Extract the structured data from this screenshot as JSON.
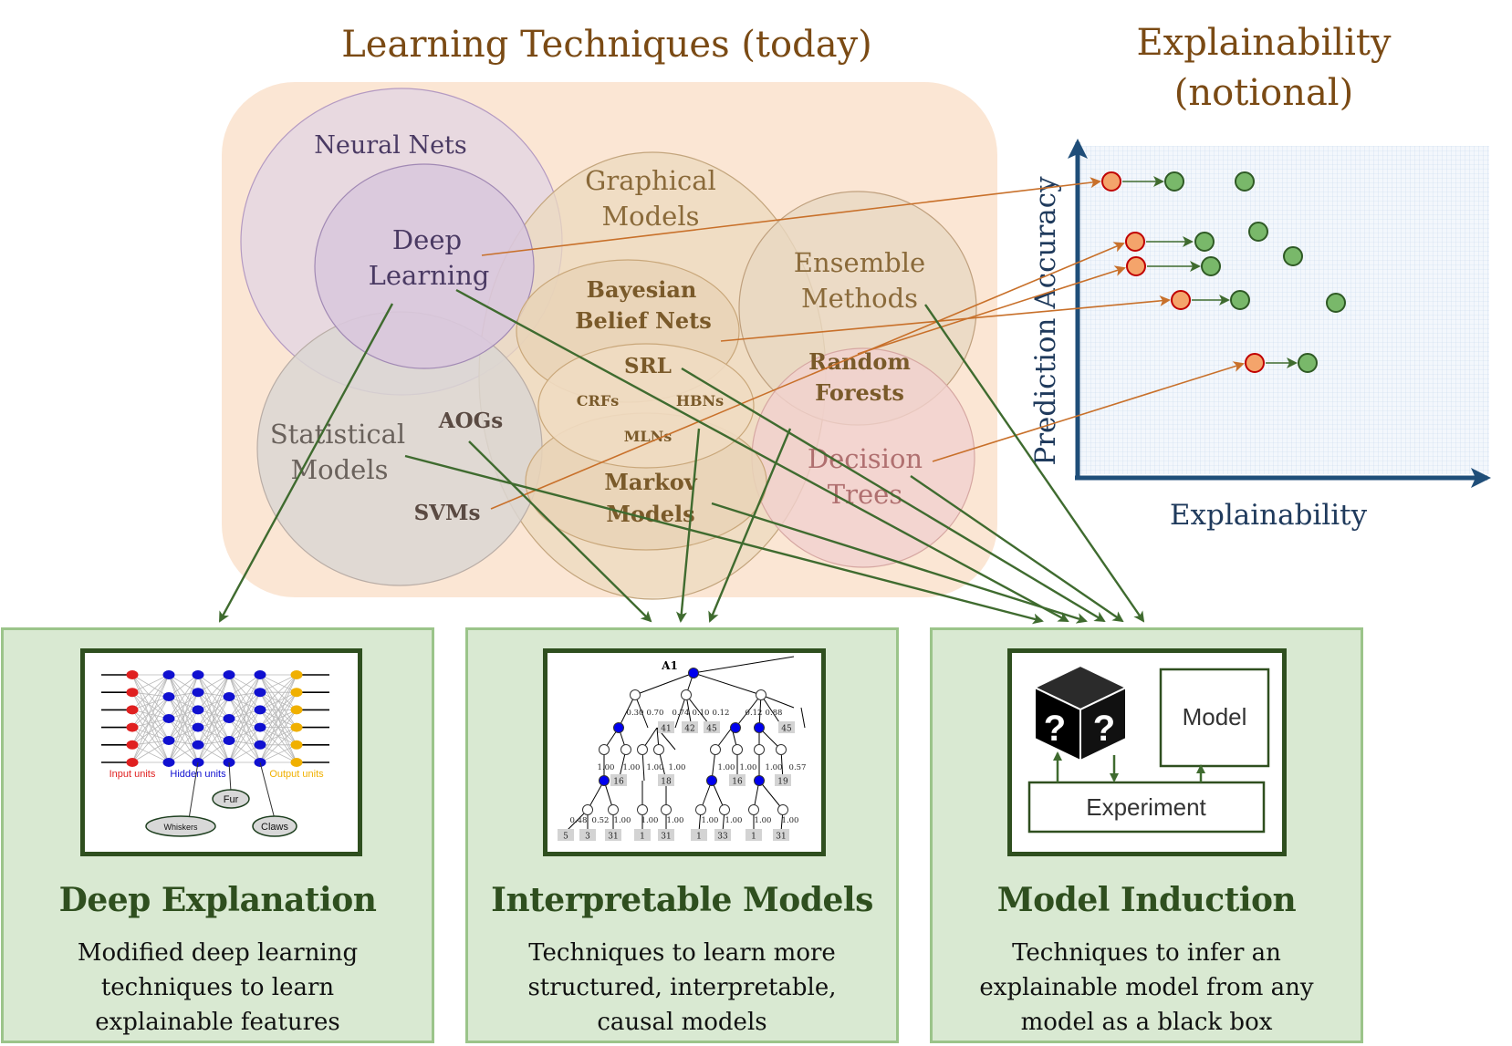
{
  "header": {
    "title": "Learning Techniques (today)",
    "chart_title_line1": "Explainability",
    "chart_title_line2": "(notional)"
  },
  "techniques": {
    "neural_nets": "Neural Nets",
    "deep_learning_1": "Deep",
    "deep_learning_2": "Learning",
    "graphical_models_1": "Graphical",
    "graphical_models_2": "Models",
    "ensemble_1": "Ensemble",
    "ensemble_2": "Methods",
    "bayesian_1": "Bayesian",
    "bayesian_2": "Belief Nets",
    "srl": "SRL",
    "crfs": "CRFs",
    "hbns": "HBNs",
    "mlns": "MLNs",
    "random_forests_1": "Random",
    "random_forests_2": "Forests",
    "statistical_1": "Statistical",
    "statistical_2": "Models",
    "aogs": "AOGs",
    "svms": "SVMs",
    "markov_1": "Markov",
    "markov_2": "Models",
    "decision_trees_1": "Decision",
    "decision_trees_2": "Trees"
  },
  "chart": {
    "xlabel": "Explainability",
    "ylabel": "Prediction Accuracy"
  },
  "colors": {
    "title_brown": "#7a4a14",
    "blob_fill": "#fbe6d4",
    "arrow_green": "#3f6b2f",
    "arrow_orange": "#c8702a",
    "axis_blue": "#1f4e79",
    "box_fill": "#d9e9d2",
    "box_border": "#9bc48a"
  },
  "boxes": [
    {
      "title": "Deep Explanation",
      "desc1": "Modified deep learning",
      "desc2": "techniques to learn",
      "desc3": "explainable features"
    },
    {
      "title": "Interpretable Models",
      "desc1": "Techniques to learn more",
      "desc2": "structured, interpretable,",
      "desc3": "causal models"
    },
    {
      "title": "Model Induction",
      "desc1": "Techniques to infer an",
      "desc2": "explainable model from any",
      "desc3": "model as a black box"
    }
  ],
  "nn_thumb": {
    "input": "Input units",
    "hidden": "Hidden units",
    "output": "Output units",
    "fur": "Fur",
    "whiskers": "Whiskers",
    "claws": "Claws"
  },
  "tree_thumb": {
    "root": "A1",
    "leaves_top": [
      "41",
      "42",
      "45",
      "45"
    ],
    "mid_leaves": [
      "16",
      "18",
      "16",
      "19"
    ],
    "bottom_leaves": [
      "5",
      "3",
      "31",
      "1",
      "31",
      "1",
      "33",
      "1",
      "31"
    ],
    "probs_top": [
      "0.30",
      "0.70",
      "0.74",
      "0.10",
      "0.12",
      "0.12",
      "0.88"
    ],
    "probs_mid": [
      "1.00",
      "1.00",
      "1.00",
      "1.00",
      "1.00",
      "1.00",
      "1.00",
      "0.57"
    ],
    "probs_bottom": [
      "0.48",
      "0.52",
      "1.00",
      "1.00",
      "1.00",
      "1.00",
      "1.00",
      "1.00",
      "1.00"
    ]
  },
  "induction_thumb": {
    "model": "Model",
    "experiment": "Experiment",
    "q": "?"
  }
}
